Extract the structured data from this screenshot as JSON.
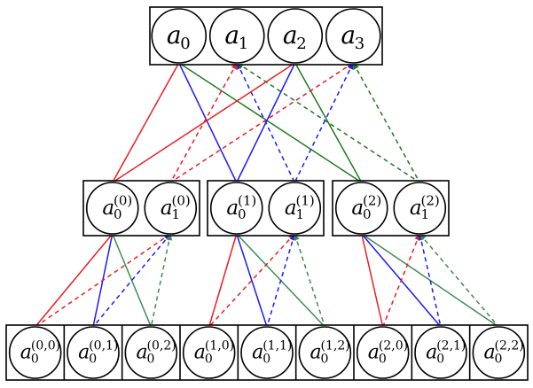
{
  "colors": {
    "red": "#ee1c24",
    "blue": "#1a1aff",
    "green": "#1f7a1f",
    "lightgreen": "#3c8c50"
  },
  "levels": [
    {
      "groups": [
        {
          "nodes": [
            {
              "base": "a",
              "sub": "0",
              "sup": ""
            },
            {
              "base": "a",
              "sub": "1",
              "sup": ""
            },
            {
              "base": "a",
              "sub": "2",
              "sup": ""
            },
            {
              "base": "a",
              "sub": "3",
              "sup": ""
            }
          ]
        }
      ]
    },
    {
      "groups": [
        {
          "nodes": [
            {
              "base": "a",
              "sub": "0",
              "sup": "(0)"
            },
            {
              "base": "a",
              "sub": "1",
              "sup": "(0)"
            }
          ]
        },
        {
          "nodes": [
            {
              "base": "a",
              "sub": "0",
              "sup": "(1)"
            },
            {
              "base": "a",
              "sub": "1",
              "sup": "(1)"
            }
          ]
        },
        {
          "nodes": [
            {
              "base": "a",
              "sub": "0",
              "sup": "(2)"
            },
            {
              "base": "a",
              "sub": "1",
              "sup": "(2)"
            }
          ]
        }
      ]
    },
    {
      "groups": [
        {
          "nodes": [
            {
              "base": "a",
              "sub": "0",
              "sup": "(0,0)"
            },
            {
              "base": "a",
              "sub": "0",
              "sup": "(0,1)"
            },
            {
              "base": "a",
              "sub": "0",
              "sup": "(0,2)"
            },
            {
              "base": "a",
              "sub": "0",
              "sup": "(1,0)"
            },
            {
              "base": "a",
              "sub": "0",
              "sup": "(1,1)"
            },
            {
              "base": "a",
              "sub": "0",
              "sup": "(1,2)"
            },
            {
              "base": "a",
              "sub": "0",
              "sup": "(2,0)"
            },
            {
              "base": "a",
              "sub": "0",
              "sup": "(2,1)"
            },
            {
              "base": "a",
              "sub": "0",
              "sup": "(2,2)"
            }
          ]
        }
      ]
    }
  ],
  "edges": [
    {
      "from": [
        0,
        0,
        0
      ],
      "to": [
        1,
        0,
        0
      ],
      "color": "red",
      "style": "solid"
    },
    {
      "from": [
        0,
        0,
        0
      ],
      "to": [
        1,
        1,
        0
      ],
      "color": "blue",
      "style": "solid"
    },
    {
      "from": [
        0,
        0,
        0
      ],
      "to": [
        1,
        2,
        0
      ],
      "color": "green",
      "style": "solid"
    },
    {
      "from": [
        0,
        0,
        1
      ],
      "to": [
        1,
        0,
        1
      ],
      "color": "red",
      "style": "dashed"
    },
    {
      "from": [
        0,
        0,
        1
      ],
      "to": [
        1,
        1,
        1
      ],
      "color": "blue",
      "style": "dashed"
    },
    {
      "from": [
        0,
        0,
        1
      ],
      "to": [
        1,
        2,
        1
      ],
      "color": "green",
      "style": "dashed"
    },
    {
      "from": [
        0,
        0,
        2
      ],
      "to": [
        1,
        0,
        0
      ],
      "color": "red",
      "style": "solid"
    },
    {
      "from": [
        0,
        0,
        2
      ],
      "to": [
        1,
        1,
        0
      ],
      "color": "blue",
      "style": "solid"
    },
    {
      "from": [
        0,
        0,
        2
      ],
      "to": [
        1,
        2,
        0
      ],
      "color": "green",
      "style": "solid"
    },
    {
      "from": [
        0,
        0,
        3
      ],
      "to": [
        1,
        0,
        1
      ],
      "color": "red",
      "style": "dashed"
    },
    {
      "from": [
        0,
        0,
        3
      ],
      "to": [
        1,
        1,
        1
      ],
      "color": "blue",
      "style": "dashed"
    },
    {
      "from": [
        0,
        0,
        3
      ],
      "to": [
        1,
        2,
        1
      ],
      "color": "green",
      "style": "dashed"
    },
    {
      "from": [
        1,
        0,
        0
      ],
      "to": [
        2,
        0,
        0
      ],
      "color": "red",
      "style": "solid"
    },
    {
      "from": [
        1,
        0,
        0
      ],
      "to": [
        2,
        0,
        1
      ],
      "color": "blue",
      "style": "solid"
    },
    {
      "from": [
        1,
        0,
        0
      ],
      "to": [
        2,
        0,
        2
      ],
      "color": "lightgreen",
      "style": "solid"
    },
    {
      "from": [
        1,
        0,
        1
      ],
      "to": [
        2,
        0,
        0
      ],
      "color": "red",
      "style": "dashed"
    },
    {
      "from": [
        1,
        0,
        1
      ],
      "to": [
        2,
        0,
        1
      ],
      "color": "blue",
      "style": "dashed"
    },
    {
      "from": [
        1,
        0,
        1
      ],
      "to": [
        2,
        0,
        2
      ],
      "color": "lightgreen",
      "style": "dashed"
    },
    {
      "from": [
        1,
        1,
        0
      ],
      "to": [
        2,
        0,
        3
      ],
      "color": "red",
      "style": "solid"
    },
    {
      "from": [
        1,
        1,
        0
      ],
      "to": [
        2,
        0,
        4
      ],
      "color": "blue",
      "style": "solid"
    },
    {
      "from": [
        1,
        1,
        0
      ],
      "to": [
        2,
        0,
        5
      ],
      "color": "lightgreen",
      "style": "solid"
    },
    {
      "from": [
        1,
        1,
        1
      ],
      "to": [
        2,
        0,
        3
      ],
      "color": "red",
      "style": "dashed"
    },
    {
      "from": [
        1,
        1,
        1
      ],
      "to": [
        2,
        0,
        4
      ],
      "color": "blue",
      "style": "dashed"
    },
    {
      "from": [
        1,
        1,
        1
      ],
      "to": [
        2,
        0,
        5
      ],
      "color": "lightgreen",
      "style": "dashed"
    },
    {
      "from": [
        1,
        2,
        0
      ],
      "to": [
        2,
        0,
        6
      ],
      "color": "red",
      "style": "solid"
    },
    {
      "from": [
        1,
        2,
        0
      ],
      "to": [
        2,
        0,
        7
      ],
      "color": "blue",
      "style": "solid"
    },
    {
      "from": [
        1,
        2,
        0
      ],
      "to": [
        2,
        0,
        8
      ],
      "color": "lightgreen",
      "style": "solid"
    },
    {
      "from": [
        1,
        2,
        1
      ],
      "to": [
        2,
        0,
        6
      ],
      "color": "red",
      "style": "dashed"
    },
    {
      "from": [
        1,
        2,
        1
      ],
      "to": [
        2,
        0,
        7
      ],
      "color": "blue",
      "style": "dashed"
    },
    {
      "from": [
        1,
        2,
        1
      ],
      "to": [
        2,
        0,
        8
      ],
      "color": "lightgreen",
      "style": "dashed"
    }
  ]
}
